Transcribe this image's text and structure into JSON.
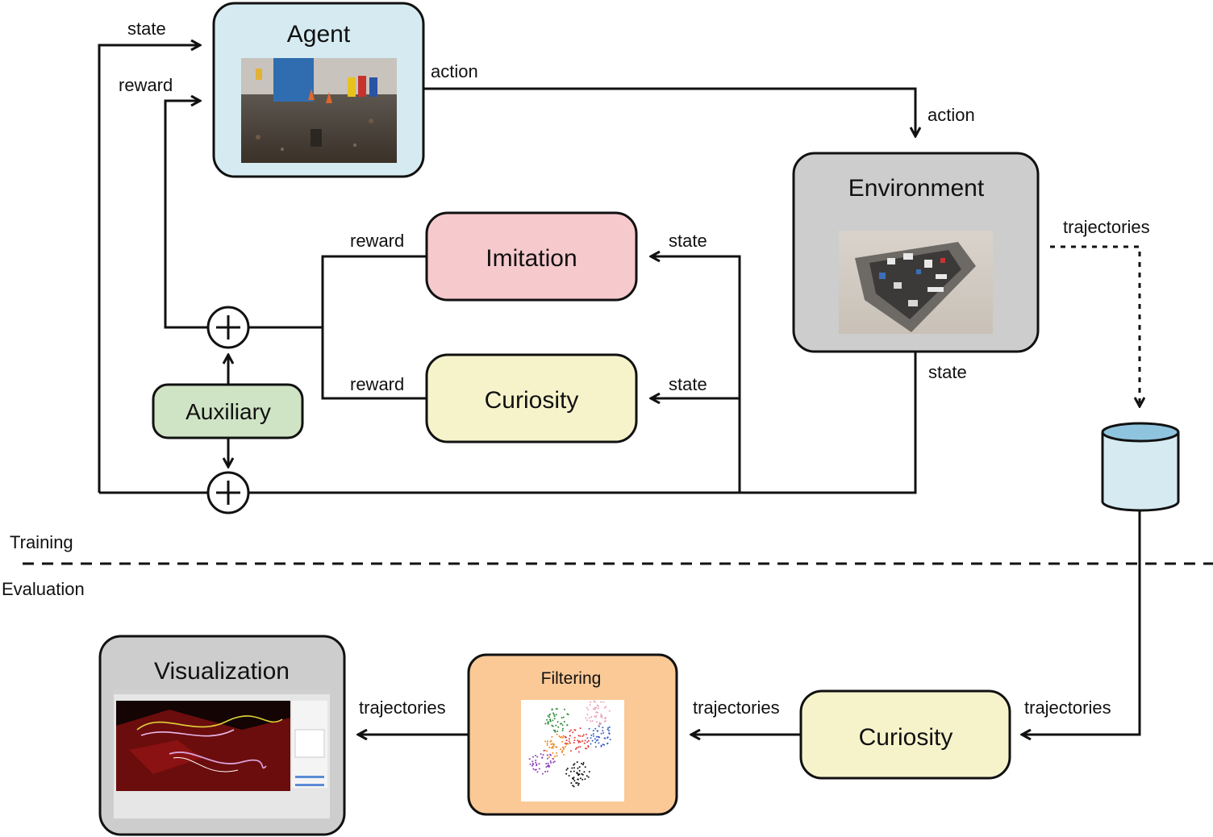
{
  "nodes": {
    "agent": {
      "label": "Agent",
      "fill": "#d5ebf1"
    },
    "environment": {
      "label": "Environment",
      "fill": "#cdcdcd"
    },
    "imitation": {
      "label": "Imitation",
      "fill": "#f6c9cd"
    },
    "curiosity_training": {
      "label": "Curiosity",
      "fill": "#f6f3cb"
    },
    "auxiliary": {
      "label": "Auxiliary",
      "fill": "#cfe4c5"
    },
    "curiosity_eval": {
      "label": "Curiosity",
      "fill": "#f6f3cb"
    },
    "filtering": {
      "label": "Filtering",
      "fill": "#fac996"
    },
    "visualization": {
      "label": "Visualization",
      "fill": "#cdcdcd"
    },
    "database": {
      "fill": "#d5ebf1"
    }
  },
  "edge_labels": {
    "state_to_agent": "state",
    "reward_to_agent": "reward",
    "action_out": "action",
    "action_in": "action",
    "trajectories_out": "trajectories",
    "env_state": "state",
    "imitation_reward": "reward",
    "curiosity_reward": "reward",
    "imitation_state": "state",
    "curiosity_state": "state",
    "db_to_curiosity": "trajectories",
    "curiosity_to_filtering": "trajectories",
    "filtering_to_visualization": "trajectories"
  },
  "sections": {
    "training": "Training",
    "evaluation": "Evaluation"
  },
  "colors": {
    "stroke": "#111111",
    "cluster_colors": [
      "#2e8b3a",
      "#e23b3b",
      "#3b5fc9",
      "#f08a24",
      "#8a3fb8",
      "#111111",
      "#e9a3b7"
    ]
  },
  "icons": {
    "sum_junction": "circled-plus-icon",
    "database": "cylinder-database-icon"
  }
}
